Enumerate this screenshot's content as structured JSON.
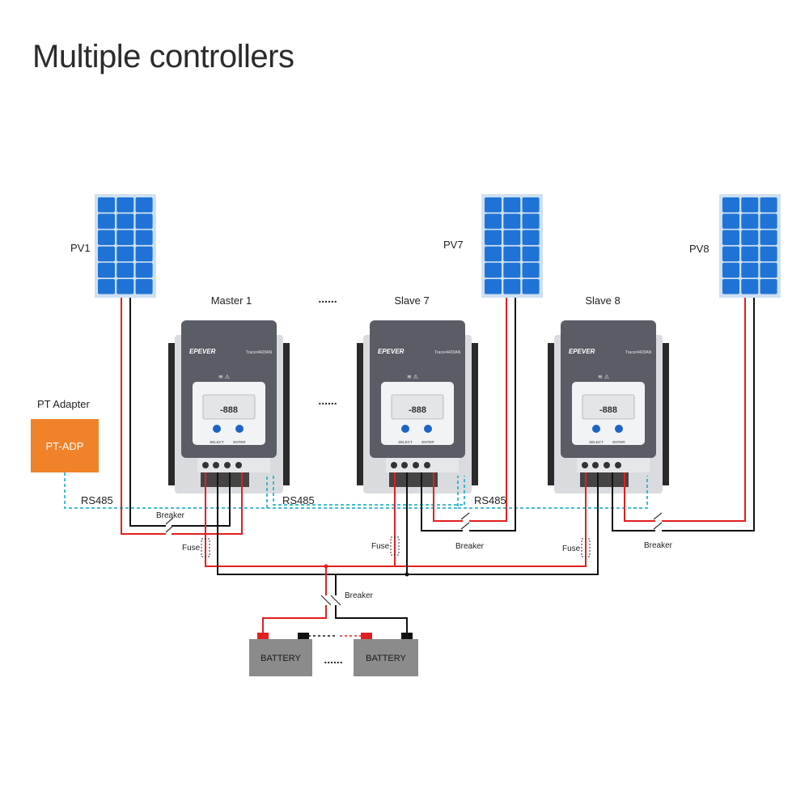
{
  "title": "Multiple controllers",
  "panels": [
    {
      "id": "pv1",
      "label": "PV1"
    },
    {
      "id": "pv7",
      "label": "PV7"
    },
    {
      "id": "pv8",
      "label": "PV8"
    }
  ],
  "controllers": [
    {
      "id": "master1",
      "label": "Master 1",
      "brand": "EPEVER",
      "model": "Tracer4420AN",
      "select_label": "SELECT",
      "enter_label": "ENTER",
      "display_digits": "-888"
    },
    {
      "id": "slave7",
      "label": "Slave 7",
      "brand": "EPEVER",
      "model": "Tracer4420AN",
      "select_label": "SELECT",
      "enter_label": "ENTER",
      "display_digits": "-888"
    },
    {
      "id": "slave8",
      "label": "Slave 8",
      "brand": "EPEVER",
      "model": "Tracer4420AN",
      "select_label": "SELECT",
      "enter_label": "ENTER",
      "display_digits": "-888"
    }
  ],
  "adapter": {
    "caption": "PT Adapter",
    "box_label": "PT-ADP"
  },
  "bus_labels": [
    "RS485",
    "RS485",
    "RS485"
  ],
  "breaker_labels": [
    "Breaker",
    "Breaker",
    "Breaker",
    "Breaker"
  ],
  "fuse_labels": [
    "Fuse",
    "Fuse",
    "Fuse"
  ],
  "battery_labels": [
    "BATTERY",
    "BATTERY"
  ],
  "ellipsis": "......",
  "colors": {
    "positive_wire": "#e02020",
    "negative_wire": "#111111",
    "rs485": "#2bb5c9",
    "adapter": "#f0822a",
    "controller_body": "#5a5d66",
    "panel_cell": "#1f73d6",
    "panel_frame": "#cfe0f2",
    "battery": "#8b8b8b"
  }
}
